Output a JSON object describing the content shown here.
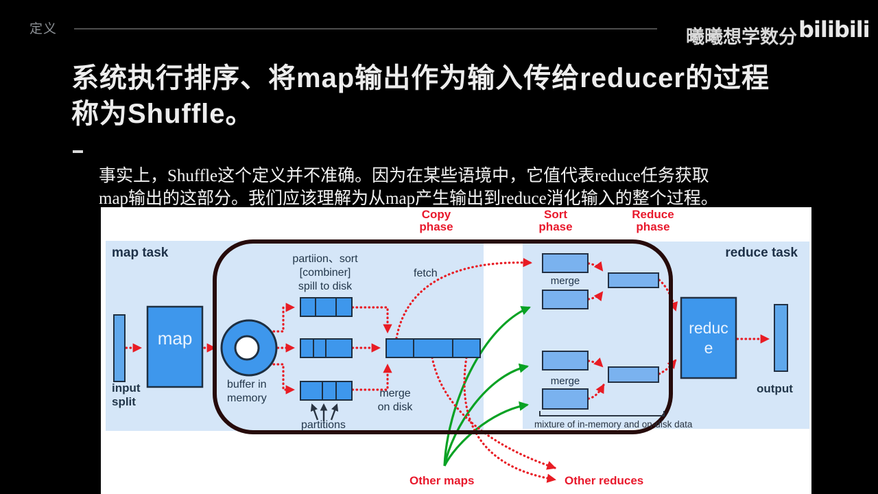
{
  "header": {
    "section_label": "定义",
    "channel_name": "曦曦想学数分",
    "logo_text": "bilibili"
  },
  "title": {
    "line1": "系统执行排序、将map输出作为输入传给reducer的过程",
    "line2": "称为Shuffle。"
  },
  "note": {
    "line1": "事实上，Shuffle这个定义并不准确。因为在某些语境中，它值代表reduce任务获取",
    "line2": "map输出的这部分。我们应该理解为从map产生输出到reduce消化输入的整个过程。"
  },
  "diagram": {
    "phase_copy_l1": "Copy",
    "phase_copy_l2": "phase",
    "phase_sort_l1": "Sort",
    "phase_sort_l2": "phase",
    "phase_reduce_l1": "Reduce",
    "phase_reduce_l2": "phase",
    "map_task": "map task",
    "reduce_task": "reduce task",
    "input_split_l1": "input",
    "input_split_l2": "split",
    "map_box": "map",
    "buffer_l1": "buffer in",
    "buffer_l2": "memory",
    "spill_l1": "partiion、sort",
    "spill_l2": "[combiner]",
    "spill_l3": "spill to disk",
    "fetch": "fetch",
    "merge_disk_l1": "merge",
    "merge_disk_l2": "on disk",
    "partitions": "partitions",
    "merge_top": "merge",
    "merge_bottom": "merge",
    "mixture": "mixture of in-memory and on-disk data",
    "reduce_l1": "reduc",
    "reduce_l2": "e",
    "output": "output",
    "other_maps": "Other maps",
    "other_reduces": "Other reduces"
  },
  "colors": {
    "accent_red": "#e8192c",
    "arrow_red": "#e81c24",
    "arrow_green": "#09a224",
    "box_blue": "#3e97ec",
    "box_blue_light": "#7ab2ef",
    "panel_blue": "#d5e6f8",
    "frame_maroon": "#260b0b",
    "label_dark": "#22364a"
  }
}
